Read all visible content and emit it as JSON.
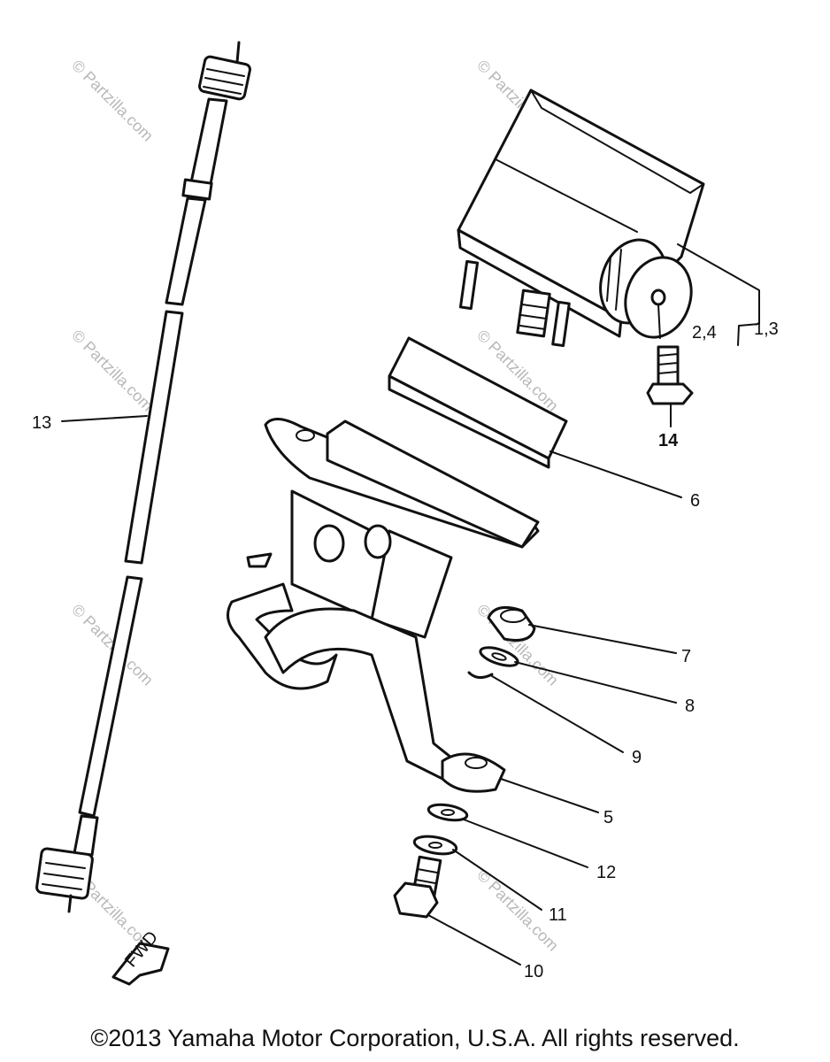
{
  "watermark": "© Partzilla.com",
  "labels": {
    "p13": "13",
    "p1_3": "1,3",
    "p2_4": "2,4",
    "p14": "14",
    "p6": "6",
    "p7": "7",
    "p8": "8",
    "p9": "9",
    "p5": "5",
    "p12": "12",
    "p11": "11",
    "p10": "10",
    "fwd": "FWD"
  },
  "footer": "©2013 Yamaha Motor Corporation, U.S.A. All rights reserved."
}
